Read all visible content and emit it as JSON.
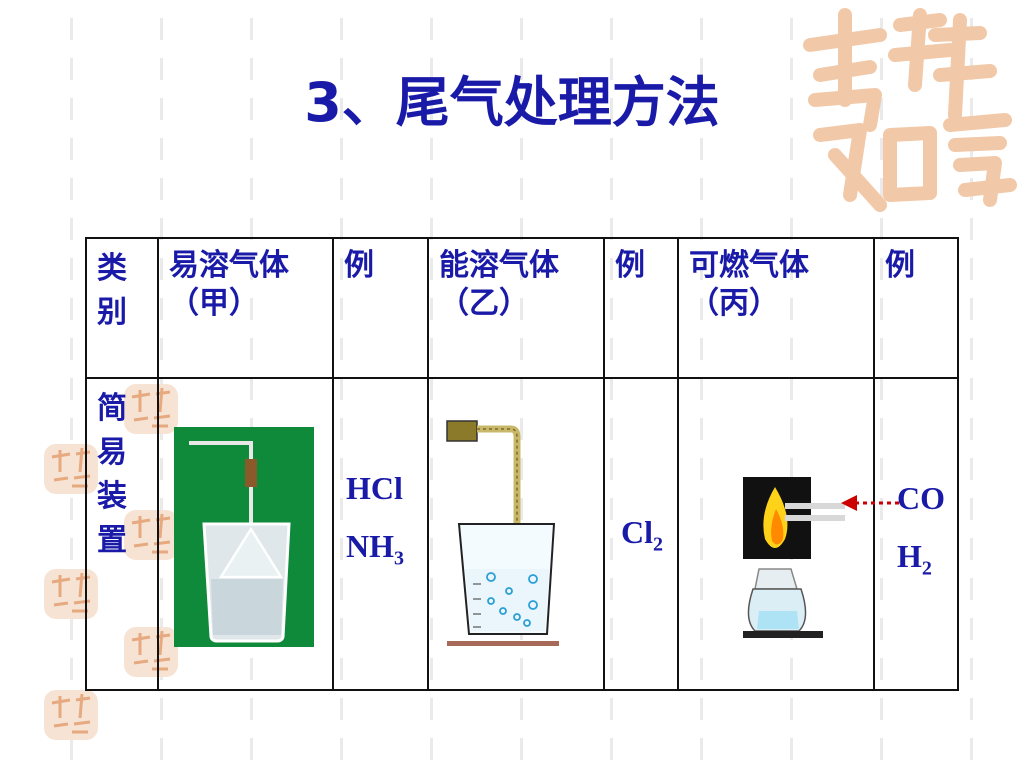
{
  "slide": {
    "title": "3、尾气处理方法"
  },
  "table": {
    "headers": [
      "类别",
      "易溶气体（甲）",
      "例",
      "能溶气体（乙）",
      "例",
      "可燃气体（丙）",
      "例"
    ],
    "row_label": "简易装置",
    "examples": {
      "jia": [
        "HCl",
        "NH3"
      ],
      "yi": [
        "Cl2"
      ],
      "bing": [
        "CO",
        "H2"
      ]
    }
  },
  "colors": {
    "text": "#1a1aa8",
    "seal": "#f1c9a8",
    "apparatus_green": "#0f8a3a"
  },
  "icons": {
    "seal": "auspicious-seal-icon",
    "apparatus_jia": "inverted-funnel-beaker-icon",
    "apparatus_yi": "tube-in-beaker-icon",
    "apparatus_bing": "alcohol-lamp-flame-icon"
  }
}
